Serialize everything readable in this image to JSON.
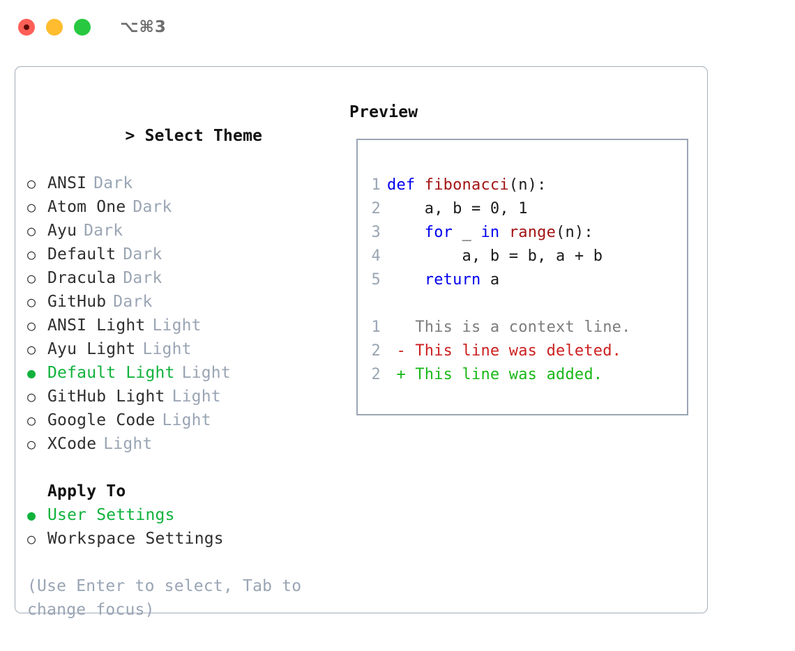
{
  "window": {
    "shortcut": "⌥⌘3",
    "controls": [
      {
        "name": "close",
        "color": "#ff5f57"
      },
      {
        "name": "minimize",
        "color": "#febc2e"
      },
      {
        "name": "zoom",
        "color": "#28c840"
      }
    ]
  },
  "colors": {
    "accent_green": "#11b23c",
    "muted": "#9aa5b4",
    "text": "#2f2f2f",
    "border": "#a3aebd",
    "keyword_blue": "#0000ee",
    "function_red": "#a31515",
    "diff_add": "#18b818",
    "diff_del": "#cc2020",
    "diff_ctx": "#7d7d7d"
  },
  "theme_section": {
    "heading": "> Select Theme",
    "caret": ">",
    "heading_text": "Select Theme",
    "marker_selected": "●",
    "marker_unselected": "○",
    "items": [
      {
        "label": "ANSI",
        "tag": "Dark",
        "selected": false
      },
      {
        "label": "Atom One",
        "tag": "Dark",
        "selected": false
      },
      {
        "label": "Ayu",
        "tag": "Dark",
        "selected": false
      },
      {
        "label": "Default",
        "tag": "Dark",
        "selected": false
      },
      {
        "label": "Dracula",
        "tag": "Dark",
        "selected": false
      },
      {
        "label": "GitHub",
        "tag": "Dark",
        "selected": false
      },
      {
        "label": "ANSI Light",
        "tag": "Light",
        "selected": false
      },
      {
        "label": "Ayu Light",
        "tag": "Light",
        "selected": false
      },
      {
        "label": "Default Light",
        "tag": "Light",
        "selected": true
      },
      {
        "label": "GitHub Light",
        "tag": "Light",
        "selected": false
      },
      {
        "label": "Google Code",
        "tag": "Light",
        "selected": false
      },
      {
        "label": "XCode",
        "tag": "Light",
        "selected": false
      }
    ]
  },
  "apply_section": {
    "heading": "Apply To",
    "items": [
      {
        "label": "User Settings",
        "selected": true
      },
      {
        "label": "Workspace Settings",
        "selected": false
      }
    ]
  },
  "hint": "(Use Enter to select, Tab to change focus)",
  "preview": {
    "title": "Preview",
    "code_lines": [
      {
        "no": "1",
        "tokens": [
          {
            "text": "def ",
            "type": "kw"
          },
          {
            "text": "fibonacci",
            "type": "fn"
          },
          {
            "text": "(n):",
            "type": "plain"
          }
        ]
      },
      {
        "no": "2",
        "tokens": [
          {
            "text": "    a, b = 0, 1",
            "type": "plain"
          }
        ]
      },
      {
        "no": "3",
        "tokens": [
          {
            "text": "    ",
            "type": "plain"
          },
          {
            "text": "for",
            "type": "kw"
          },
          {
            "text": " _ ",
            "type": "plain"
          },
          {
            "text": "in",
            "type": "kw"
          },
          {
            "text": " ",
            "type": "plain"
          },
          {
            "text": "range",
            "type": "fn"
          },
          {
            "text": "(n):",
            "type": "plain"
          }
        ]
      },
      {
        "no": "4",
        "tokens": [
          {
            "text": "        a, b = b, a + b",
            "type": "plain"
          }
        ]
      },
      {
        "no": "5",
        "tokens": [
          {
            "text": "    ",
            "type": "plain"
          },
          {
            "text": "return",
            "type": "kw"
          },
          {
            "text": " a",
            "type": "plain"
          }
        ]
      }
    ],
    "diff_lines": [
      {
        "no": "1",
        "kind": "ctx",
        "text": "   This is a context line."
      },
      {
        "no": "2",
        "kind": "del",
        "text": " - This line was deleted."
      },
      {
        "no": "2",
        "kind": "add",
        "text": " + This line was added."
      }
    ]
  }
}
